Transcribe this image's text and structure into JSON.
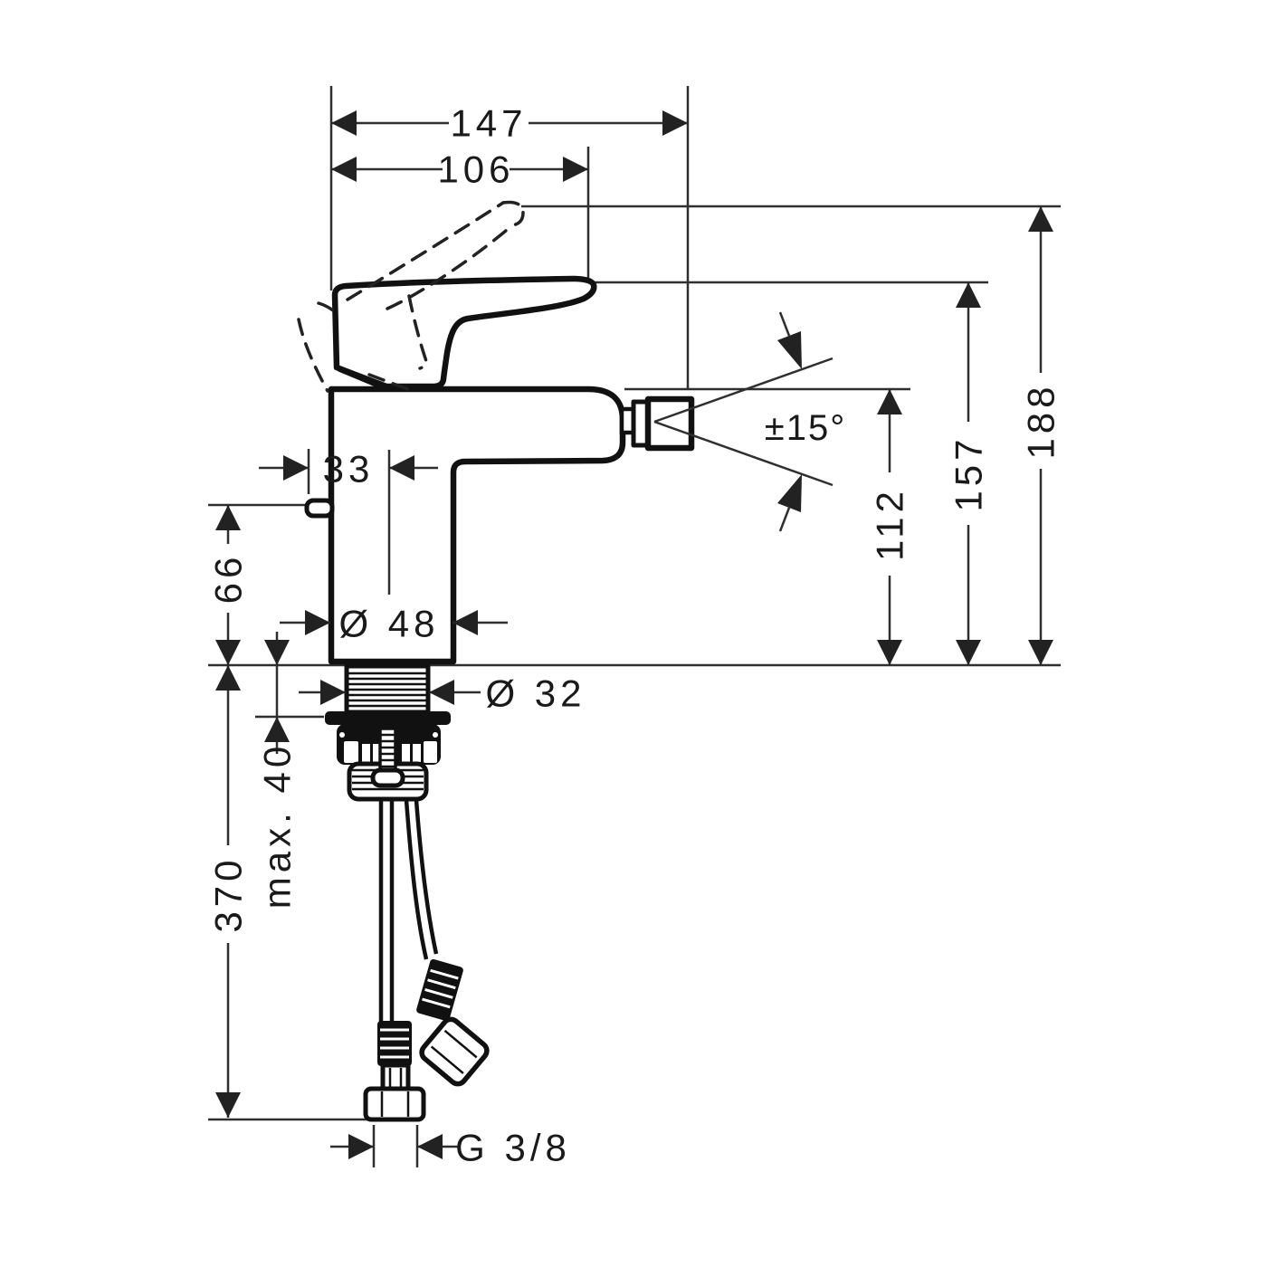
{
  "drawing": {
    "type": "technical-dimension-drawing",
    "subject": "single-lever mixer tap, side elevation with mounting parts and supply hoses",
    "colors": {
      "line": "#1a1a1a",
      "background": "#ffffff"
    },
    "labels": {
      "projection_overall": "147",
      "projection_handle": "106",
      "height_overall": "188",
      "height_handle": "157",
      "height_spout": "112",
      "aerator_swivel_angle": "±15°",
      "handle_tip_offset": "33",
      "handle_tip_height": "66",
      "body_diameter": "Ø 48",
      "shank_diameter": "Ø 32",
      "max_mounting_thickness": "max. 40",
      "supply_hose_length": "370",
      "supply_thread": "G 3/8"
    }
  }
}
